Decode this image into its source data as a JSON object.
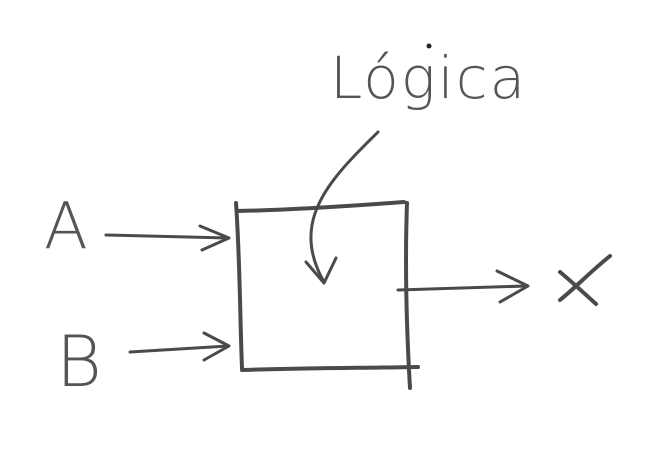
{
  "diagram": {
    "logic_label": "Lógica",
    "input_a_label": "A",
    "input_b_label": "B",
    "output_label": "X"
  },
  "colors": {
    "ink": "#4a4a4a",
    "background": "#ffffff"
  }
}
